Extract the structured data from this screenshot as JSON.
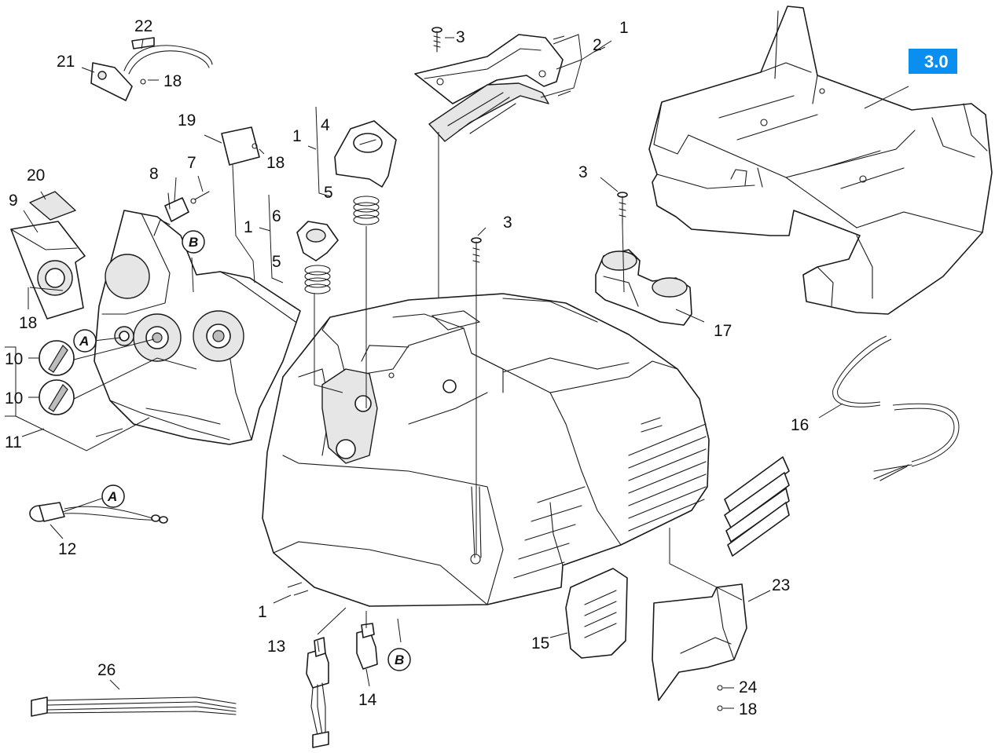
{
  "section_badge": {
    "text": "3.0",
    "color": "#0a8ef0"
  },
  "callout_letters": {
    "a": "A",
    "b": "B"
  },
  "labels": {
    "p1": "1",
    "p2": "2",
    "p3": "3",
    "p4": "4",
    "p5": "5",
    "p6": "6",
    "p7": "7",
    "p8": "8",
    "p9": "9",
    "p10": "10",
    "p11": "11",
    "p12": "12",
    "p13": "13",
    "p14": "14",
    "p15": "15",
    "p16": "16",
    "p17": "17",
    "p18": "18",
    "p19": "19",
    "p20": "20",
    "p21": "21",
    "p22": "22",
    "p23": "23",
    "p24": "24",
    "p26": "26"
  }
}
